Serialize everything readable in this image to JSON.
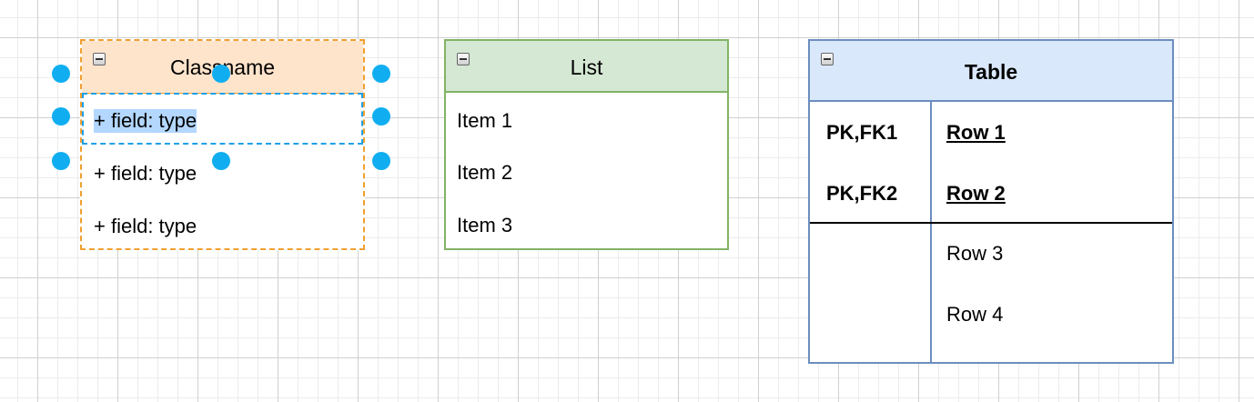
{
  "class_shape": {
    "title": "Classname",
    "fields": [
      "+ field: type",
      "+ field: type",
      "+ field: type"
    ]
  },
  "list_shape": {
    "title": "List",
    "items": [
      "Item 1",
      "Item 2",
      "Item 3"
    ]
  },
  "table_shape": {
    "title": "Table",
    "rows": [
      {
        "key": "PK,FK1",
        "value": "Row 1"
      },
      {
        "key": "PK,FK2",
        "value": "Row 2"
      },
      {
        "key": "",
        "value": "Row 3"
      },
      {
        "key": "",
        "value": "Row 4"
      }
    ]
  },
  "colors": {
    "class_fill": "#ffe4cc",
    "class_stroke": "#f0a030",
    "list_fill": "#d5e8d4",
    "list_stroke": "#82b366",
    "table_fill": "#dae8fc",
    "table_stroke": "#6c8ebf",
    "selection": "#10aef0",
    "text_selection": "#b3d7ff"
  },
  "icons": {
    "collapse": "minus-square-icon",
    "handle": "selection-handle"
  }
}
